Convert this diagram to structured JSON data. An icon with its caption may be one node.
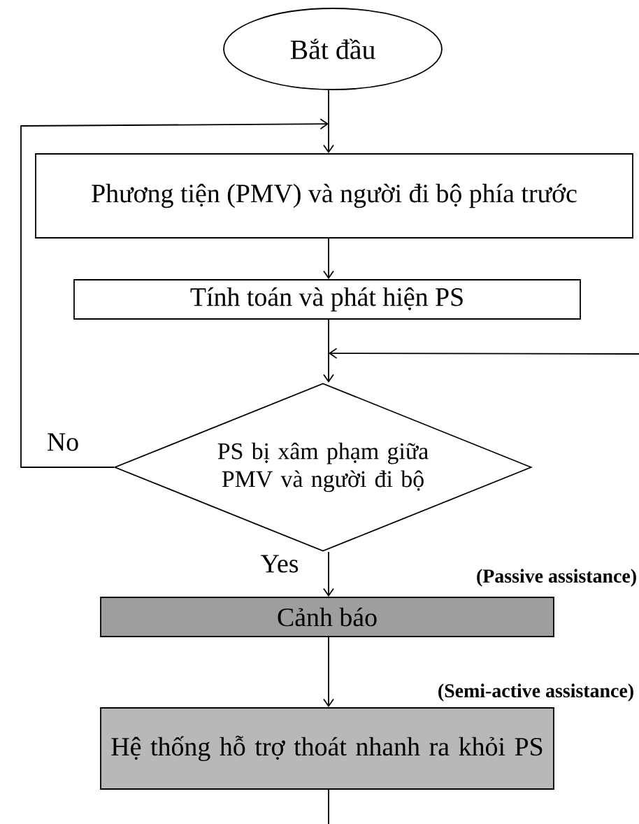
{
  "diagram": {
    "nodes": [
      {
        "text": [
          "Bắt đầu"
        ]
      },
      {
        "text": [
          "Phương tiện (PMV) và người đi bộ phía trước"
        ]
      },
      {
        "text": [
          "Tính toán và phát hiện PS"
        ]
      },
      {
        "text": [
          "PS bị xâm phạm giữa PMV và người đi bộ"
        ]
      },
      {
        "text": [
          "Cảnh báo"
        ],
        "beside": [
          "(Passive assistance)"
        ]
      },
      {
        "text": [
          "Hệ thống hỗ trợ thoát nhanh ra khỏi PS"
        ],
        "beside": [
          "(Semi-active assistance)"
        ]
      }
    ],
    "edges": [
      {
        "from": 0,
        "to": 1,
        "arrow": "to"
      },
      {
        "from": 1,
        "to": 2,
        "arrow": "to"
      },
      {
        "from": 2,
        "to": 3,
        "arrow": "to"
      },
      {
        "from": 3,
        "to": 1,
        "arrow": "to",
        "label": "No"
      },
      {
        "from": null,
        "to": 3,
        "arrow": "to"
      },
      {
        "from": 3,
        "to": 4,
        "arrow": "to",
        "label": "Yes"
      },
      {
        "from": 4,
        "to": 5,
        "arrow": "to"
      },
      {
        "from": 5,
        "to": null,
        "arrow": "none"
      }
    ]
  }
}
